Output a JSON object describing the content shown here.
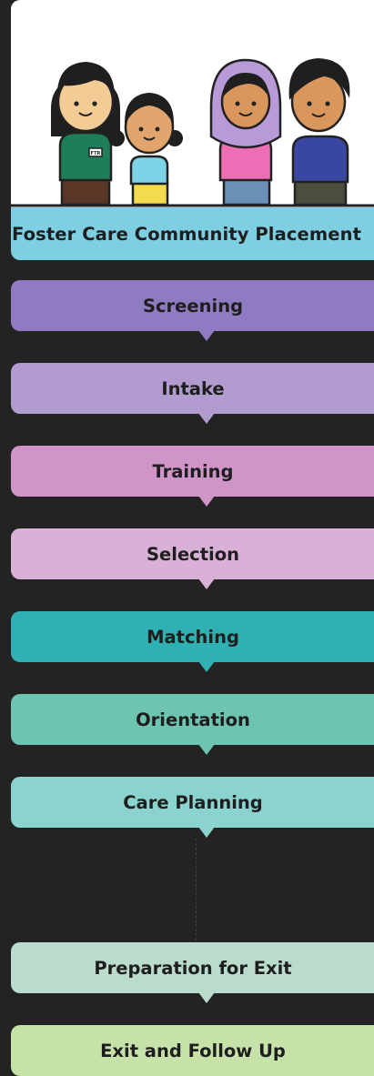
{
  "title": "Foster Care Community Placement",
  "badge": "FTR",
  "colors": {
    "background": "#232323",
    "title_bar": "#7fcfe3"
  },
  "steps": [
    {
      "label": "Screening",
      "color": "#8e7bc1"
    },
    {
      "label": "Intake",
      "color": "#b29ccf"
    },
    {
      "label": "Training",
      "color": "#cf95c8"
    },
    {
      "label": "Selection",
      "color": "#dab1d6"
    },
    {
      "label": "Matching",
      "color": "#2fb0b3"
    },
    {
      "label": "Orientation",
      "color": "#6cc4b1"
    },
    {
      "label": "Care Planning",
      "color": "#8bd3ce"
    },
    {
      "label": "Preparation for Exit",
      "color": "#b9dccd"
    },
    {
      "label": "Exit and Follow Up",
      "color": "#c7e2a8"
    }
  ]
}
